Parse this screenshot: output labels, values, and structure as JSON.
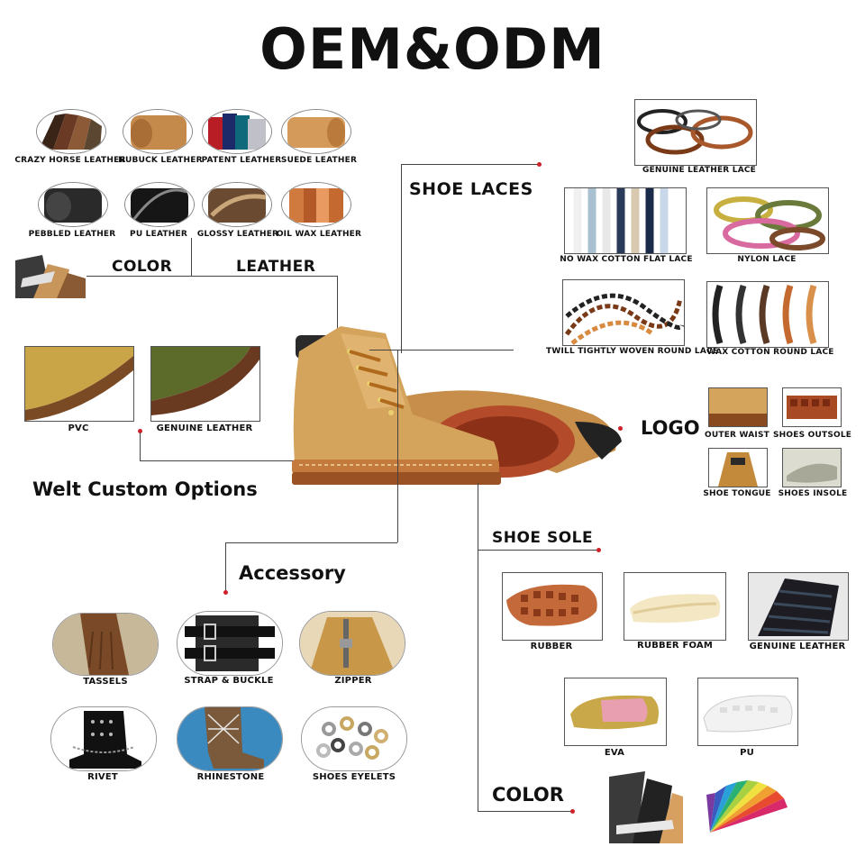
{
  "title": "OEM&ODM",
  "leather": {
    "label": "LEATHER",
    "color_label": "COLOR",
    "items": [
      "CRAZY HORSE LEATHER",
      "NUBUCK LEATHER",
      "PATENT LEATHER",
      "SUEDE LEATHER",
      "PEBBLED LEATHER",
      "PU LEATHER",
      "GLOSSY LEATHER",
      "OIL WAX LEATHER"
    ]
  },
  "welt": {
    "label": "Welt Custom Options",
    "items": [
      "PVC",
      "GENUINE LEATHER"
    ]
  },
  "laces": {
    "label": "SHOE LACES",
    "items": [
      "GENUINE LEATHER LACE",
      "NO WAX COTTON FLAT LACE",
      "NYLON LACE",
      "TWILL TIGHTLY WOVEN ROUND LACE",
      "WAX COTTON ROUND LACE"
    ]
  },
  "logo": {
    "label": "LOGO",
    "items": [
      "OUTER WAIST",
      "SHOES OUTSOLE",
      "SHOE TONGUE",
      "SHOES INSOLE"
    ]
  },
  "accessory": {
    "label": "Accessory",
    "items": [
      "TASSELS",
      "STRAP & BUCKLE",
      "ZIPPER",
      "RIVET",
      "RHINESTONE",
      "SHOES EYELETS"
    ]
  },
  "sole": {
    "label": "SHOE SOLE",
    "items": [
      "RUBBER",
      "RUBBER FOAM",
      "GENUINE LEATHER",
      "EVA",
      "PU"
    ]
  },
  "sole_color": {
    "label": "COLOR"
  }
}
